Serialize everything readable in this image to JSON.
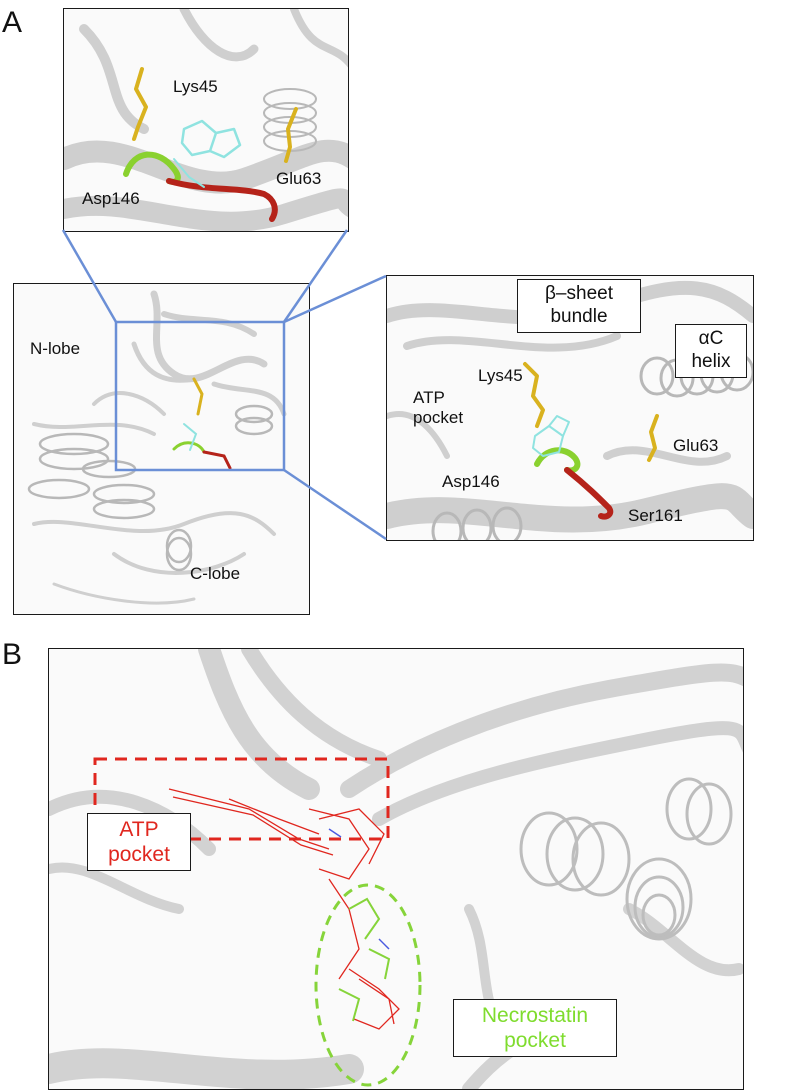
{
  "panels": [
    {
      "letter": "A"
    },
    {
      "letter": "B"
    }
  ],
  "panel_a": {
    "zoom_top": {
      "labels": [
        "Lys45",
        "Asp146",
        "Glu63"
      ]
    },
    "overview": {
      "labels": [
        "N-lobe",
        "C-lobe"
      ]
    },
    "zoom_right": {
      "labels": [
        "Lys45",
        "ATP pocket",
        "Glu63",
        "Asp146",
        "Ser161"
      ],
      "callouts": [
        {
          "line1": "β–sheet",
          "line2": "bundle"
        },
        {
          "line1": "αC",
          "line2": "helix"
        }
      ]
    }
  },
  "panel_b": {
    "callouts": [
      {
        "line1": "ATP",
        "line2": "pocket",
        "color": "#e0271f"
      },
      {
        "line1": "Necrostatin",
        "line2": "pocket",
        "color": "#7fdc2e"
      }
    ]
  },
  "colors": {
    "ribbon": "#d7d7d7",
    "lys_glu": "#d9b21f",
    "asp_loop": "#8ad12f",
    "ser_loop": "#b5231a",
    "ligand": "#8fe3e0",
    "zoom_frame": "#6b8fd6",
    "atp_box": "#e0271f",
    "necro_ellipse": "#86d43a"
  }
}
